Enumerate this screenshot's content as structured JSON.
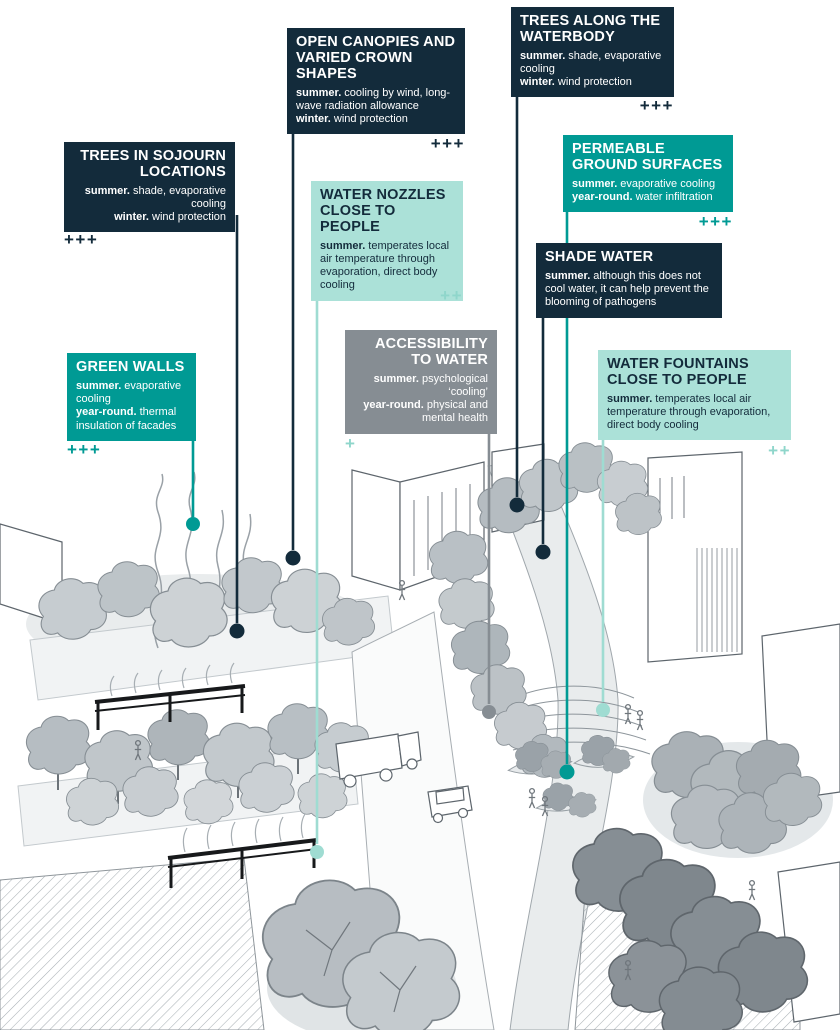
{
  "colors": {
    "navy": "#132b3b",
    "teal": "#009a94",
    "mint": "#abe1d8",
    "gray": "#868d93",
    "mint_rating": "#8fd6cb"
  },
  "callouts": [
    {
      "id": "open-canopies",
      "theme": "navy",
      "title": "OPEN CANOPIES AND VARIED CROWN SHAPES",
      "body": [
        {
          "label": "summer.",
          "text": " cooling by wind, long-wave radiation allowance"
        },
        {
          "label": "winter.",
          "text": " wind protection"
        }
      ],
      "rating": "+++"
    },
    {
      "id": "trees-along-waterbody",
      "theme": "navy",
      "title": "TREES ALONG THE WATERBODY",
      "body": [
        {
          "label": "summer.",
          "text": " shade, evaporative cooling"
        },
        {
          "label": "winter.",
          "text": " wind protection"
        }
      ],
      "rating": "+++"
    },
    {
      "id": "trees-in-sojourn-locations",
      "theme": "navy",
      "title": "TREES IN SOJOURN LOCATIONS",
      "body": [
        {
          "label": "summer.",
          "text": " shade, evaporative cooling"
        },
        {
          "label": "winter.",
          "text": " wind protection"
        }
      ],
      "rating": "+++"
    },
    {
      "id": "permeable-ground-surfaces",
      "theme": "teal",
      "title": "PERMEABLE GROUND SURFACES",
      "body": [
        {
          "label": "summer.",
          "text": " evaporative cooling"
        },
        {
          "label": "year-round.",
          "text": " water infiltration"
        }
      ],
      "rating": "+++"
    },
    {
      "id": "water-nozzles-close-to-people",
      "theme": "mint",
      "title": "WATER NOZZLES CLOSE TO PEOPLE",
      "body": [
        {
          "label": "summer.",
          "text": " temperates local air temperature through evaporation, direct body cooling"
        }
      ],
      "rating": "++"
    },
    {
      "id": "shade-water",
      "theme": "navy",
      "title": "SHADE WATER",
      "body": [
        {
          "label": "summer.",
          "text": " although this does not cool water, it can help prevent the blooming of pathogens"
        }
      ],
      "rating": ""
    },
    {
      "id": "green-walls",
      "theme": "teal",
      "title": "GREEN WALLS",
      "body": [
        {
          "label": "summer.",
          "text": " evaporative cooling"
        },
        {
          "label": "year-round.",
          "text": " thermal insulation of facades"
        }
      ],
      "rating": "+++"
    },
    {
      "id": "accessibility-to-water",
      "theme": "gray",
      "title": "ACCESSIBILITY TO WATER",
      "body": [
        {
          "label": "summer.",
          "text": " psychological ‘cooling’"
        },
        {
          "label": "year-round.",
          "text": " physical and mental health"
        }
      ],
      "rating": "+"
    },
    {
      "id": "water-fountains-close-to-people",
      "theme": "mint",
      "title": "WATER FOUNTAINS CLOSE TO PEOPLE",
      "body": [
        {
          "label": "summer.",
          "text": " temperates local air temperature through evaporation, direct body cooling"
        }
      ],
      "rating": "++"
    }
  ]
}
